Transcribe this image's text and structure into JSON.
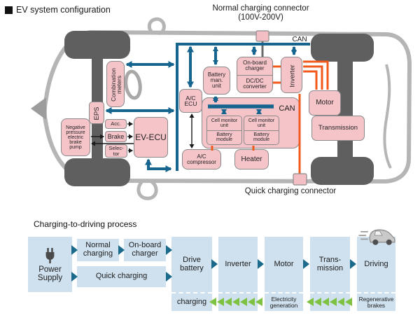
{
  "page": {
    "title": "EV system configuration"
  },
  "colors": {
    "box_pink": "#f5c4c9",
    "box_border_gray": "#8a8a8a",
    "can_teal": "#16658f",
    "power_orange": "#f1591d",
    "car_outline_gray": "#b5b5b5",
    "wheel_gray": "#5f5f5f",
    "flow_blue": "#cfe1ef",
    "flow_arrow_teal": "#1b6a8c",
    "regen_green": "#7fc241"
  },
  "ev_diagram": {
    "normal_connector_label": "Normal charging connector\n(100V-200V)",
    "quick_connector_label": "Quick charging connector",
    "can_bus_label": "CAN",
    "can_box_label": "CAN",
    "boxes": {
      "combination_meters": "Combination\nmeters",
      "eps": "EPS",
      "brake_pump": "Negative\npressure\nelectric\nbrake\npump",
      "accelerator": "Acc.",
      "brake": "Brake",
      "selector": "Selec-\ntor",
      "ev_ecu": "EV-ECU",
      "ac_ecu": "A/C\nECU",
      "battery_management_unit": "Battery\nman.\nunit",
      "onboard_charger": "On-board\ncharger",
      "dcdc_converter": "DC/DC\nconverter",
      "inverter": "Inverter",
      "cell_monitor_unit": "Cell monitor\nunit",
      "battery_module": "Battery\nmodule",
      "ac_compressor": "A/C\ncompressor",
      "heater": "Heater",
      "motor": "Motor",
      "transmission": "Transmission"
    }
  },
  "flow": {
    "title": "Charging-to-driving process",
    "steps": {
      "power_supply": "Power\nSupply",
      "normal_charging": "Normal\ncharging",
      "onboard_charger": "On-board\ncharger",
      "quick_charging": "Quick charging",
      "drive_battery": "Drive\nbattery",
      "inverter": "Inverter",
      "motor": "Motor",
      "transmission": "Trans-\nmission",
      "driving": "Driving"
    },
    "sub_labels": {
      "charging": "charging",
      "electricity_generation": "Electricity\ngeneration",
      "regenerative_brakes": "Regenerative\nbrakes"
    }
  }
}
